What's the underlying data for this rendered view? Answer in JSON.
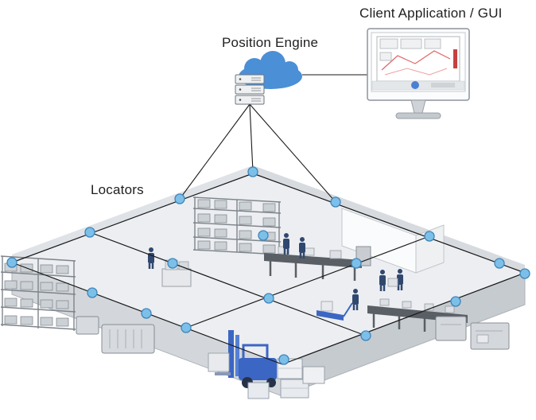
{
  "diagram": {
    "type": "rtls-architecture",
    "labels": {
      "client_application": "Client Application / GUI",
      "position_engine": "Position Engine",
      "locators": "Locators"
    },
    "components": [
      {
        "id": "position-engine",
        "label": "Position Engine",
        "icon": "cloud-server-icon"
      },
      {
        "id": "client-gui",
        "label": "Client Application / GUI",
        "icon": "monitor-icon"
      },
      {
        "id": "locators",
        "label": "Locators",
        "icon": "locator-dot",
        "count": 18
      }
    ],
    "colors": {
      "cloud_blue": "#4b8fd6",
      "locator_fill": "#7cc0ea",
      "locator_stroke": "#3f85b8",
      "connection_line": "#1a1a1a",
      "floor_fill": "#eceef1",
      "wall_fill": "#d3d7db",
      "forklift_blue": "#3b66c4",
      "screen_path_red": "#e06666"
    }
  }
}
